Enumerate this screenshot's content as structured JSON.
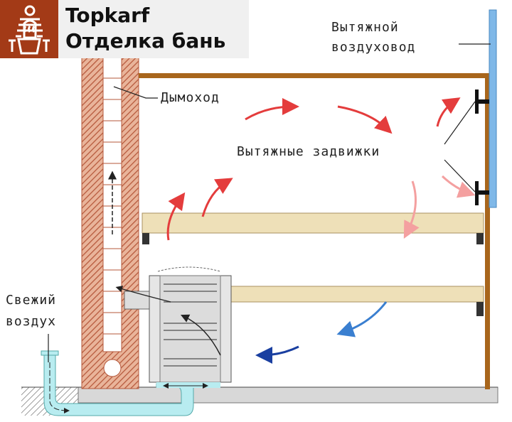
{
  "logo": {
    "brand": "Topkarf",
    "subtitle": "Отделка бань"
  },
  "labels": {
    "chimney": "Дымоход",
    "exhaust_duct_line1": "Вытяжной",
    "exhaust_duct_line2": "воздуховод",
    "exhaust_dampers": "Вытяжные задвижки",
    "fresh_air_line1": "Свежий",
    "fresh_air_line2": "воздух"
  },
  "colors": {
    "brick": "#b5573a",
    "wood": "#a8661c",
    "duct": "#7fb8e8",
    "hot_air": "#e43c3c",
    "cold_air": "#3a7fd0",
    "fresh_air": "#b8ecf0",
    "logo_bg": "#a33a17"
  }
}
